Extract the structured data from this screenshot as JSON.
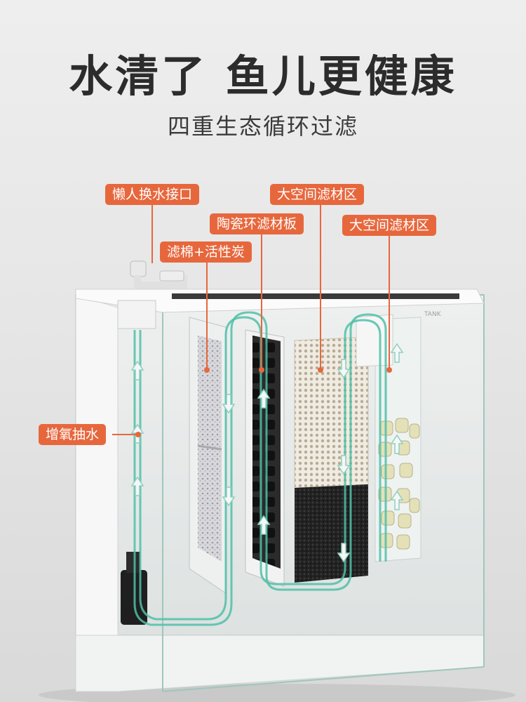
{
  "title": "水清了 鱼儿更健康",
  "subtitle": "四重生态循环过滤",
  "labels": {
    "lazy_port": "懒人换水接口",
    "large_space_1": "大空间滤材区",
    "ceramic_plate": "陶瓷环滤材板",
    "large_space_2": "大空间滤材区",
    "cotton_carbon": "滤棉+活性炭",
    "oxygen_pump": "增氧抽水"
  },
  "brand": "TANK",
  "colors": {
    "accent": "#e7673d",
    "flow": "#4fc0a8",
    "title": "#2c2c2c"
  },
  "icons": [
    "up-arrow-icon",
    "down-arrow-icon",
    "label-dot-icon"
  ]
}
